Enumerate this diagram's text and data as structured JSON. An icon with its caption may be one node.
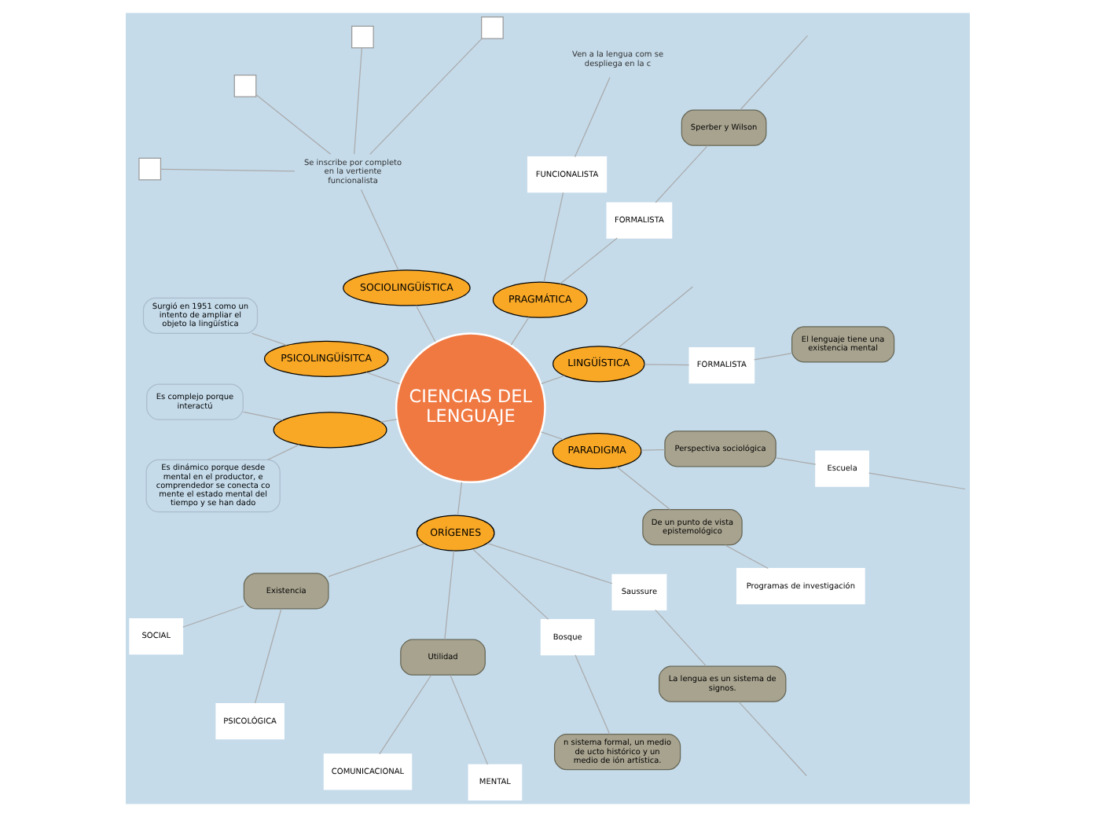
{
  "diagram": {
    "nodes": [
      {
        "text": [
          "CIENCIAS DEL LENGUAJE"
        ]
      },
      {
        "text": [
          "LINGÜÍSTICA"
        ]
      },
      {
        "text": [
          "FORMALISTA"
        ]
      },
      {
        "text": [
          "El lenguaje tiene una existencia mental"
        ]
      },
      {
        "text": [
          "PRAGMÁTICA"
        ]
      },
      {
        "text": [
          "FORMALISTA"
        ]
      },
      {
        "text": [
          "Sperber y Wilson"
        ]
      },
      {
        "text": [
          "FUNCIONALISTA"
        ]
      },
      {
        "text": [
          "Ven a la lengua com se despliega en la c"
        ]
      },
      {
        "text": [
          "SOCIOLINGÜÍSTICA"
        ]
      },
      {
        "text": [
          "Se inscribe por completo en la vertiente funcionalista"
        ]
      },
      {
        "text": [],
        "shape": "box"
      },
      {
        "text": [],
        "shape": "box"
      },
      {
        "text": [],
        "shape": "box"
      },
      {
        "text": [],
        "shape": "box"
      },
      {
        "text": [
          "PSICOLINGÜÍSITCA"
        ]
      },
      {
        "text": [
          "Surgió en 1951 como un intento de ampliar el objeto la lingüística"
        ]
      },
      {
        "text": [],
        "shape": "ellipse"
      },
      {
        "text": [
          "Es complejo porque interactú"
        ]
      },
      {
        "text": [
          "Es dinámico porque desde mental en el productor, e comprendedor se conecta co mente el estado mental del tiempo y se han dado"
        ]
      },
      {
        "text": [
          "ORÍGENES"
        ]
      },
      {
        "text": [
          "Existencia"
        ]
      },
      {
        "text": [
          "SOCIAL"
        ]
      },
      {
        "text": [
          "PSICOLÓGICA"
        ]
      },
      {
        "text": [
          "Utilidad"
        ]
      },
      {
        "text": [
          "COMUNICACIONAL"
        ]
      },
      {
        "text": [
          "MENTAL"
        ]
      },
      {
        "text": [
          "Bosque"
        ]
      },
      {
        "text": [
          "n sistema formal, un medio de ucto histórico y un medio de ión artística."
        ]
      },
      {
        "text": [
          "Saussure"
        ]
      },
      {
        "text": [
          "La lengua es un sistema de signos."
        ]
      },
      {
        "text": [
          "PARADIGMA"
        ]
      },
      {
        "text": [
          "De un punto de vista epistemológico"
        ]
      },
      {
        "text": [
          "Programas de investigación"
        ]
      },
      {
        "text": [
          "Perspectiva sociológica"
        ]
      },
      {
        "text": [
          "Escuela"
        ]
      }
    ],
    "edges": [
      {
        "from": 0,
        "to": 1,
        "arrow": "none"
      },
      {
        "from": 1,
        "to": null,
        "arrow": "none"
      },
      {
        "from": 1,
        "to": 2,
        "arrow": "none"
      },
      {
        "from": 2,
        "to": 3,
        "arrow": "none"
      },
      {
        "from": 0,
        "to": 4,
        "arrow": "none"
      },
      {
        "from": 4,
        "to": 5,
        "arrow": "none"
      },
      {
        "from": 5,
        "to": 6,
        "arrow": "none"
      },
      {
        "from": 6,
        "to": null,
        "arrow": "none"
      },
      {
        "from": 4,
        "to": 7,
        "arrow": "none"
      },
      {
        "from": 7,
        "to": 8,
        "arrow": "none"
      },
      {
        "from": 0,
        "to": 9,
        "arrow": "none"
      },
      {
        "from": 9,
        "to": 10,
        "arrow": "none"
      },
      {
        "from": 10,
        "to": 11,
        "arrow": "none"
      },
      {
        "from": 10,
        "to": 12,
        "arrow": "none"
      },
      {
        "from": 10,
        "to": 13,
        "arrow": "none"
      },
      {
        "from": 10,
        "to": 14,
        "arrow": "none"
      },
      {
        "from": 0,
        "to": 15,
        "arrow": "none"
      },
      {
        "from": 15,
        "to": 16,
        "arrow": "none"
      },
      {
        "from": 0,
        "to": 17,
        "arrow": "none"
      },
      {
        "from": 17,
        "to": 18,
        "arrow": "none"
      },
      {
        "from": 17,
        "to": 19,
        "arrow": "none"
      },
      {
        "from": 0,
        "to": 20,
        "arrow": "none"
      },
      {
        "from": 20,
        "to": 21,
        "arrow": "none"
      },
      {
        "from": 21,
        "to": 22,
        "arrow": "none"
      },
      {
        "from": 21,
        "to": 23,
        "arrow": "none"
      },
      {
        "from": 20,
        "to": 24,
        "arrow": "none"
      },
      {
        "from": 24,
        "to": 25,
        "arrow": "none"
      },
      {
        "from": 24,
        "to": 26,
        "arrow": "none"
      },
      {
        "from": 20,
        "to": 27,
        "arrow": "none"
      },
      {
        "from": 27,
        "to": 28,
        "arrow": "none"
      },
      {
        "from": 20,
        "to": 29,
        "arrow": "none"
      },
      {
        "from": 29,
        "to": 30,
        "arrow": "none"
      },
      {
        "from": 30,
        "to": null,
        "arrow": "none"
      },
      {
        "from": 0,
        "to": 31,
        "arrow": "none"
      },
      {
        "from": 31,
        "to": 32,
        "arrow": "none"
      },
      {
        "from": 32,
        "to": 33,
        "arrow": "none"
      },
      {
        "from": 31,
        "to": 34,
        "arrow": "none"
      },
      {
        "from": 34,
        "to": 35,
        "arrow": "none"
      },
      {
        "from": 35,
        "to": null,
        "arrow": "none"
      }
    ]
  }
}
